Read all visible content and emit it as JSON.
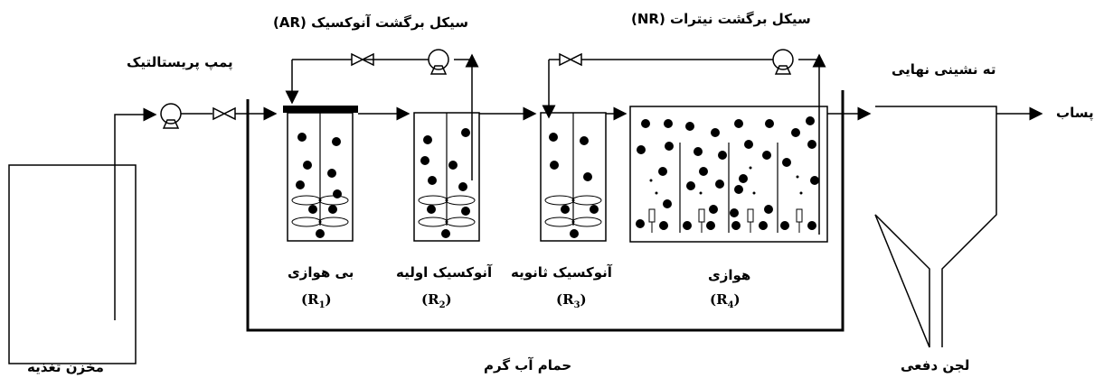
{
  "labels": {
    "pump": "پمپ پریستالتیک",
    "ar_cycle": "سیکل برگشت آنوکسیک (AR)",
    "nr_cycle": "سیکل برگشت نیترات (NR)",
    "final_clarifier": "ته نشینی نهایی",
    "effluent": "پساب",
    "feed_tank": "مخزن تغذیه",
    "water_bath": "حمام آب گرم",
    "waste_sludge": "لجن دفعی"
  },
  "reactors": [
    {
      "name": "بی هوازی",
      "code": "R",
      "index": "1"
    },
    {
      "name": "آنوکسیک اولیه",
      "code": "R",
      "index": "2"
    },
    {
      "name": "آنوکسیک ثانویه",
      "code": "R",
      "index": "3"
    },
    {
      "name": "هوازی",
      "code": "R",
      "index": "4"
    }
  ],
  "colors": {
    "line": "#000000",
    "background": "#ffffff"
  }
}
